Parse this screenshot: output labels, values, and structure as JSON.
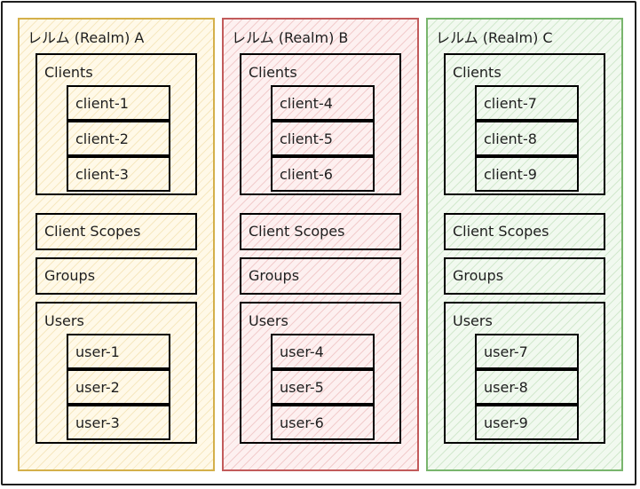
{
  "realms": [
    {
      "title": "レルム (Realm) A",
      "clients_label": "Clients",
      "client_scopes_label": "Client Scopes",
      "groups_label": "Groups",
      "users_label": "Users",
      "clients": [
        "client-1",
        "client-2",
        "client-3"
      ],
      "users": [
        "user-1",
        "user-2",
        "user-3"
      ],
      "color": "#d4b04a"
    },
    {
      "title": "レルム (Realm) B",
      "clients_label": "Clients",
      "client_scopes_label": "Client Scopes",
      "groups_label": "Groups",
      "users_label": "Users",
      "clients": [
        "client-4",
        "client-5",
        "client-6"
      ],
      "users": [
        "user-4",
        "user-5",
        "user-6"
      ],
      "color": "#c25b5b"
    },
    {
      "title": "レルム (Realm) C",
      "clients_label": "Clients",
      "client_scopes_label": "Client Scopes",
      "groups_label": "Groups",
      "users_label": "Users",
      "clients": [
        "client-7",
        "client-8",
        "client-9"
      ],
      "users": [
        "user-7",
        "user-8",
        "user-9"
      ],
      "color": "#79b56d"
    }
  ]
}
